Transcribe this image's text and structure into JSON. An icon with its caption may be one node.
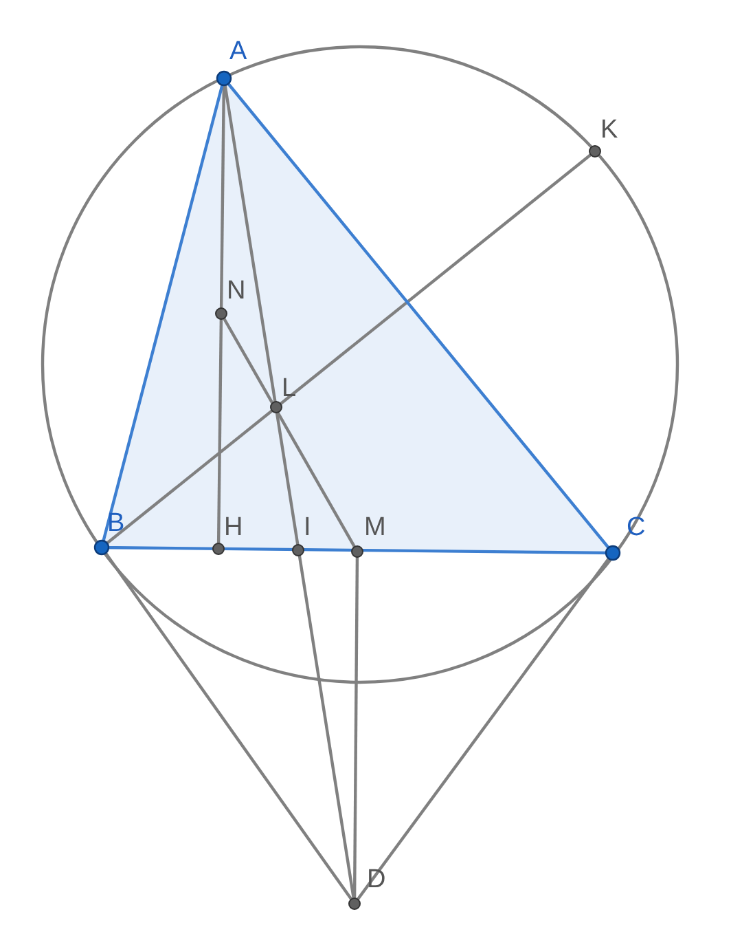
{
  "diagram": {
    "labels": [
      "A",
      "K",
      "N",
      "L",
      "B",
      "H",
      "I",
      "M",
      "C",
      "D"
    ]
  }
}
